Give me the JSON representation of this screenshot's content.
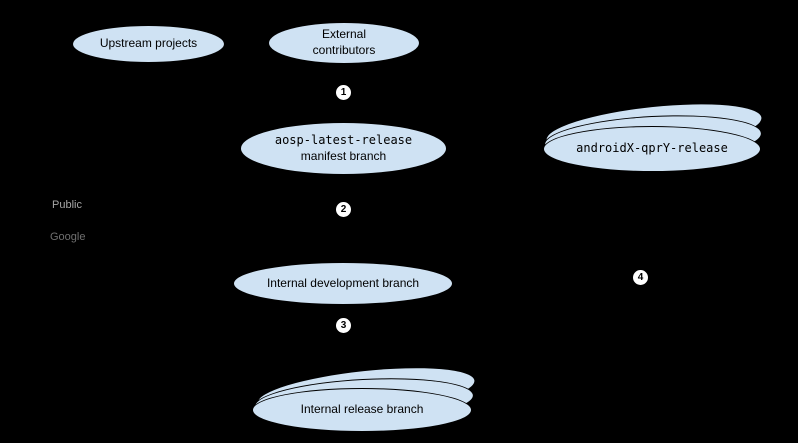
{
  "diagram": {
    "background_color": "#000000",
    "node_fill_color": "#cfe2f3",
    "node_border_color": "#000000",
    "badge_fill_color": "#ffffff",
    "nodes": {
      "upstream_projects": {
        "label": "Upstream projects"
      },
      "external_contributors": {
        "line1": "External",
        "line2": "contributors"
      },
      "aosp_manifest": {
        "line1": "aosp-latest-release",
        "line2": "manifest branch"
      },
      "androidx_qpr_release": {
        "label": "androidX-qprY-release"
      },
      "internal_development": {
        "label": "Internal development branch"
      },
      "internal_release": {
        "label": "Internal release branch"
      }
    },
    "step_badges": {
      "step1": "1",
      "step2": "2",
      "step3": "3",
      "step4": "4"
    },
    "region_labels": {
      "public": "Public",
      "google": "Google"
    }
  }
}
